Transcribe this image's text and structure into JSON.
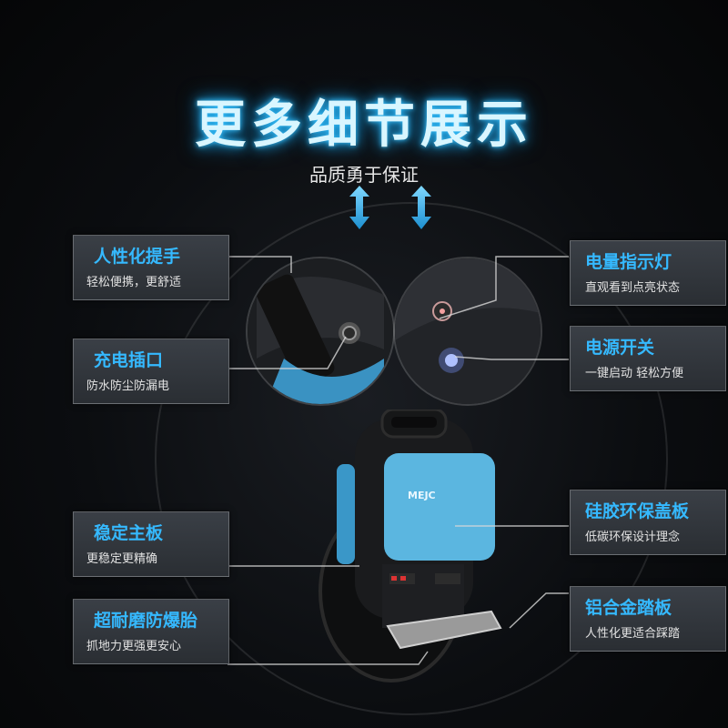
{
  "header": {
    "title": "更多细节展示",
    "subtitle": "品质勇于保证"
  },
  "callouts": {
    "handle": {
      "title": "人性化提手",
      "desc": "轻松便携，更舒适"
    },
    "charging": {
      "title": "充电插口",
      "desc": "防水防尘防漏电"
    },
    "mainboard": {
      "title": "稳定主板",
      "desc": "更稳定更精确"
    },
    "tire": {
      "title": "超耐磨防爆胎",
      "desc": "抓地力更强更安心"
    },
    "indicator": {
      "title": "电量指示灯",
      "desc": "直观看到点亮状态"
    },
    "power": {
      "title": "电源开关",
      "desc": "一键启动 轻松方便"
    },
    "cover": {
      "title": "硅胶环保盖板",
      "desc": "低碳环保设计理念"
    },
    "pedal": {
      "title": "铝合金踏板",
      "desc": "人性化更适合踩踏"
    }
  },
  "product": {
    "logo": "MEJC"
  },
  "colors": {
    "accent": "#35b9ff",
    "cover": "#5bb6e0",
    "glow": "#1aa3e6"
  }
}
